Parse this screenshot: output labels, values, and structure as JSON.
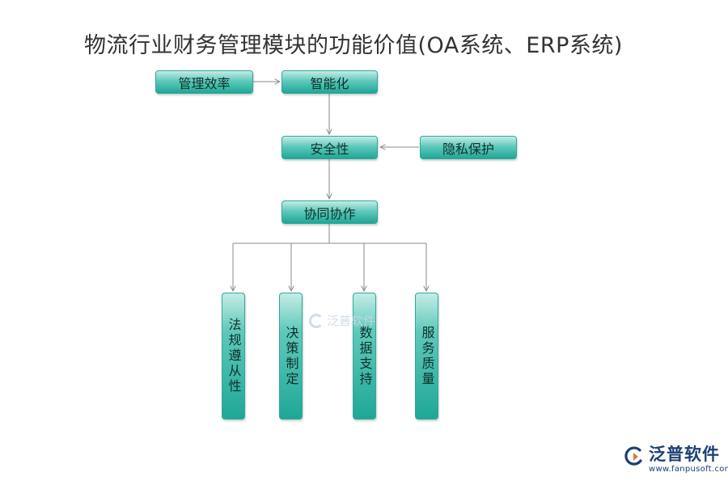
{
  "title": "物流行业财务管理模块的功能价值(OA系统、ERP系统)",
  "nodes": {
    "efficiency": "管理效率",
    "intelligent": "智能化",
    "security": "安全性",
    "privacy": "隐私保护",
    "collaboration": "协同协作",
    "compliance": "法规遵从性",
    "decision": "决策制定",
    "data_support": "数据支持",
    "service_quality": "服务质量"
  },
  "edges": [
    {
      "from": "管理效率",
      "to": "智能化"
    },
    {
      "from": "智能化",
      "to": "安全性"
    },
    {
      "from": "隐私保护",
      "to": "安全性"
    },
    {
      "from": "安全性",
      "to": "协同协作"
    },
    {
      "from": "协同协作",
      "to": "法规遵从性"
    },
    {
      "from": "协同协作",
      "to": "决策制定"
    },
    {
      "from": "协同协作",
      "to": "数据支持"
    },
    {
      "from": "协同协作",
      "to": "服务质量"
    }
  ],
  "watermark": "泛普软件",
  "logo": {
    "name": "泛普软件",
    "url": "www.fanpusoft.com"
  },
  "colors": {
    "node_top": "#c4ece6",
    "node_bottom": "#1fa796",
    "connector": "#8a8a8a",
    "logo": "#1d3f73"
  }
}
